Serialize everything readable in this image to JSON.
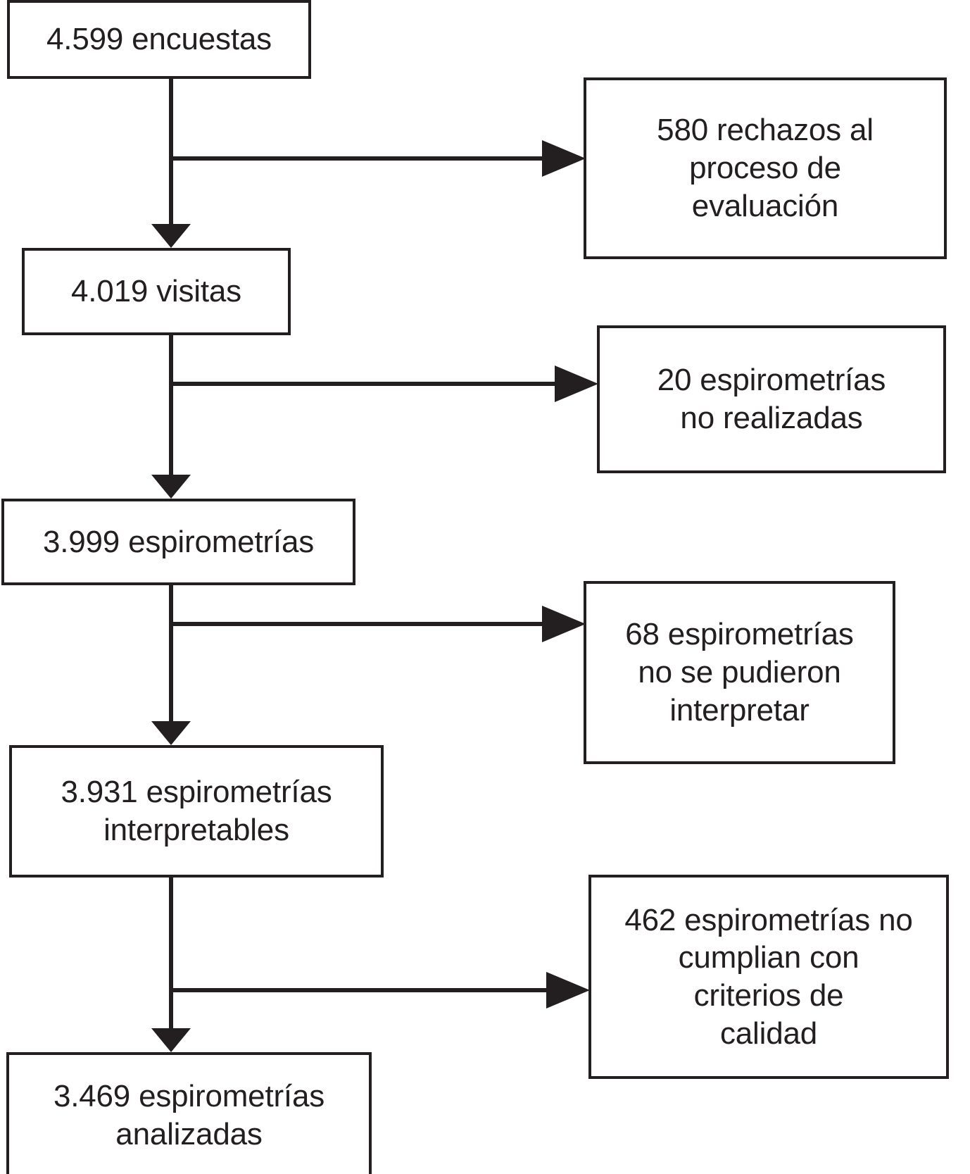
{
  "figure": {
    "type": "flowchart",
    "orientation": "vertical-with-side-exclusions",
    "language": "es",
    "colors": {
      "stroke": "#231f20",
      "background": "#ffffff",
      "text": "#231f20"
    }
  },
  "main_flow": [
    {
      "id": "encuestas",
      "label": "4.599 encuestas",
      "count": 4599,
      "unit": "encuestas"
    },
    {
      "id": "visitas",
      "label": "4.019 visitas",
      "count": 4019,
      "unit": "visitas"
    },
    {
      "id": "espirometrias",
      "label": "3.999 espirometrías",
      "count": 3999,
      "unit": "espirometrías"
    },
    {
      "id": "interpretables",
      "label": "3.931 espirometrías\ninterpretables",
      "count": 3931,
      "unit": "espirometrías interpretables"
    },
    {
      "id": "analizadas",
      "label": "3.469 espirometrías\nanalizadas",
      "count": 3469,
      "unit": "espirometrías analizadas"
    }
  ],
  "exclusions": [
    {
      "id": "rechazos",
      "label": "580 rechazos al\nproceso de\nevaluación",
      "count": 580,
      "reason": "rechazos al proceso de evaluación",
      "from": "encuestas"
    },
    {
      "id": "no-realizadas",
      "label": "20 espirometrías\nno realizadas",
      "count": 20,
      "reason": "espirometrías no realizadas",
      "from": "visitas"
    },
    {
      "id": "no-interpretables",
      "label": "68 espirometrías\nno se pudieron\ninterpretar",
      "count": 68,
      "reason": "espirometrías no se pudieron interpretar",
      "from": "espirometrias"
    },
    {
      "id": "sin-calidad",
      "label": "462 espirometrías no\ncumplian con\ncriterios de\ncalidad",
      "count": 462,
      "reason": "espirometrías no cumplian con criterios de calidad",
      "from": "interpretables"
    }
  ],
  "connectors": [
    {
      "id": "encuestas-to-visitas",
      "kind": "arrow-down"
    },
    {
      "id": "encuestas-to-rechazos",
      "kind": "arrow-right"
    },
    {
      "id": "visitas-to-espirometrias",
      "kind": "arrow-down"
    },
    {
      "id": "visitas-to-no-realizadas",
      "kind": "arrow-right"
    },
    {
      "id": "espirometrias-to-interpretables",
      "kind": "arrow-down"
    },
    {
      "id": "espirometrias-to-no-interpretables",
      "kind": "arrow-right"
    },
    {
      "id": "interpretables-to-analizadas",
      "kind": "arrow-down"
    },
    {
      "id": "interpretables-to-sin-calidad",
      "kind": "arrow-right"
    }
  ]
}
